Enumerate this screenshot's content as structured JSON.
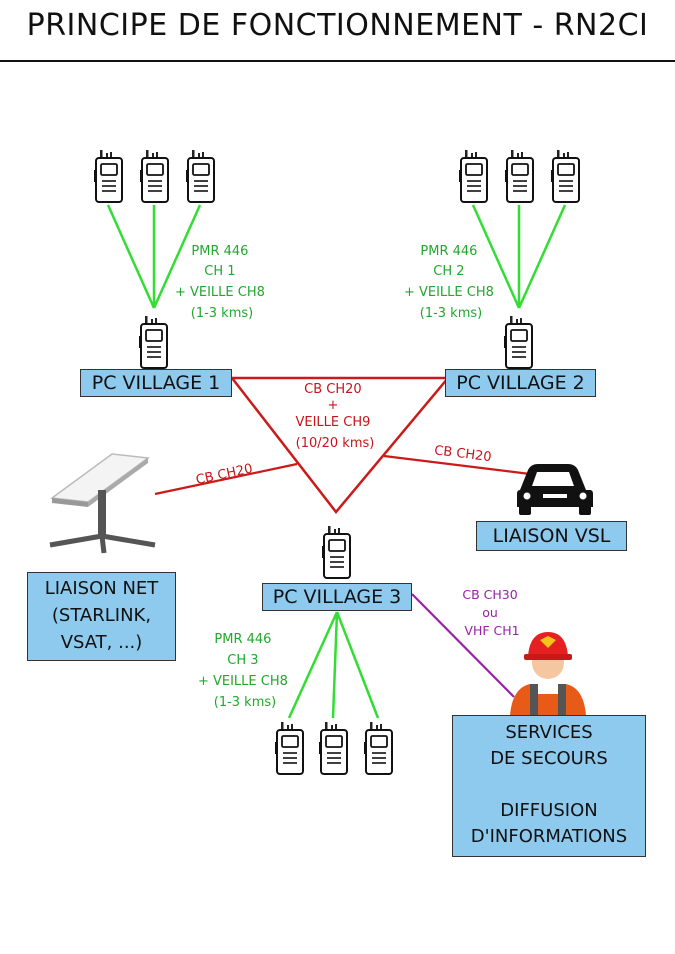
{
  "title": "PRINCIPE DE FONCTIONNEMENT - RN2CI",
  "nodes": {
    "pc1": "PC VILLAGE 1",
    "pc2": "PC VILLAGE 2",
    "pc3": "PC VILLAGE 3",
    "vsl": "LIAISON VSL",
    "net": [
      "LIAISON NET",
      "(STARLINK,",
      "VSAT, ...)"
    ],
    "secours": [
      "SERVICES",
      "DE SECOURS",
      "",
      "DIFFUSION",
      "D'INFORMATIONS"
    ]
  },
  "links": {
    "pmr1": [
      "PMR 446",
      "CH 1",
      "+ VEILLE CH8",
      "(1-3 kms)"
    ],
    "pmr2": [
      "PMR 446",
      "CH 2",
      "+ VEILLE CH8",
      "(1-3 kms)"
    ],
    "pmr3": [
      "PMR 446",
      "CH 3",
      "+ VEILLE CH8",
      "(1-3 kms)"
    ],
    "triangle": [
      "CB CH20",
      "+",
      "VEILLE CH9",
      "(10/20 kms)"
    ],
    "net_link": "CB CH20",
    "vsl_link": "CB CH20",
    "secours_link": [
      "CB CH30",
      "ou",
      "VHF CH1"
    ]
  },
  "icons": {
    "radio": "walkie-talkie-icon",
    "dish": "satellite-dish-icon",
    "car": "car-icon",
    "firefighter": "firefighter-icon"
  },
  "colors": {
    "pmr": "#33dd33",
    "cb": "#cc1a1a",
    "vhf": "#9a22a8",
    "box": "#8ec9ee"
  }
}
